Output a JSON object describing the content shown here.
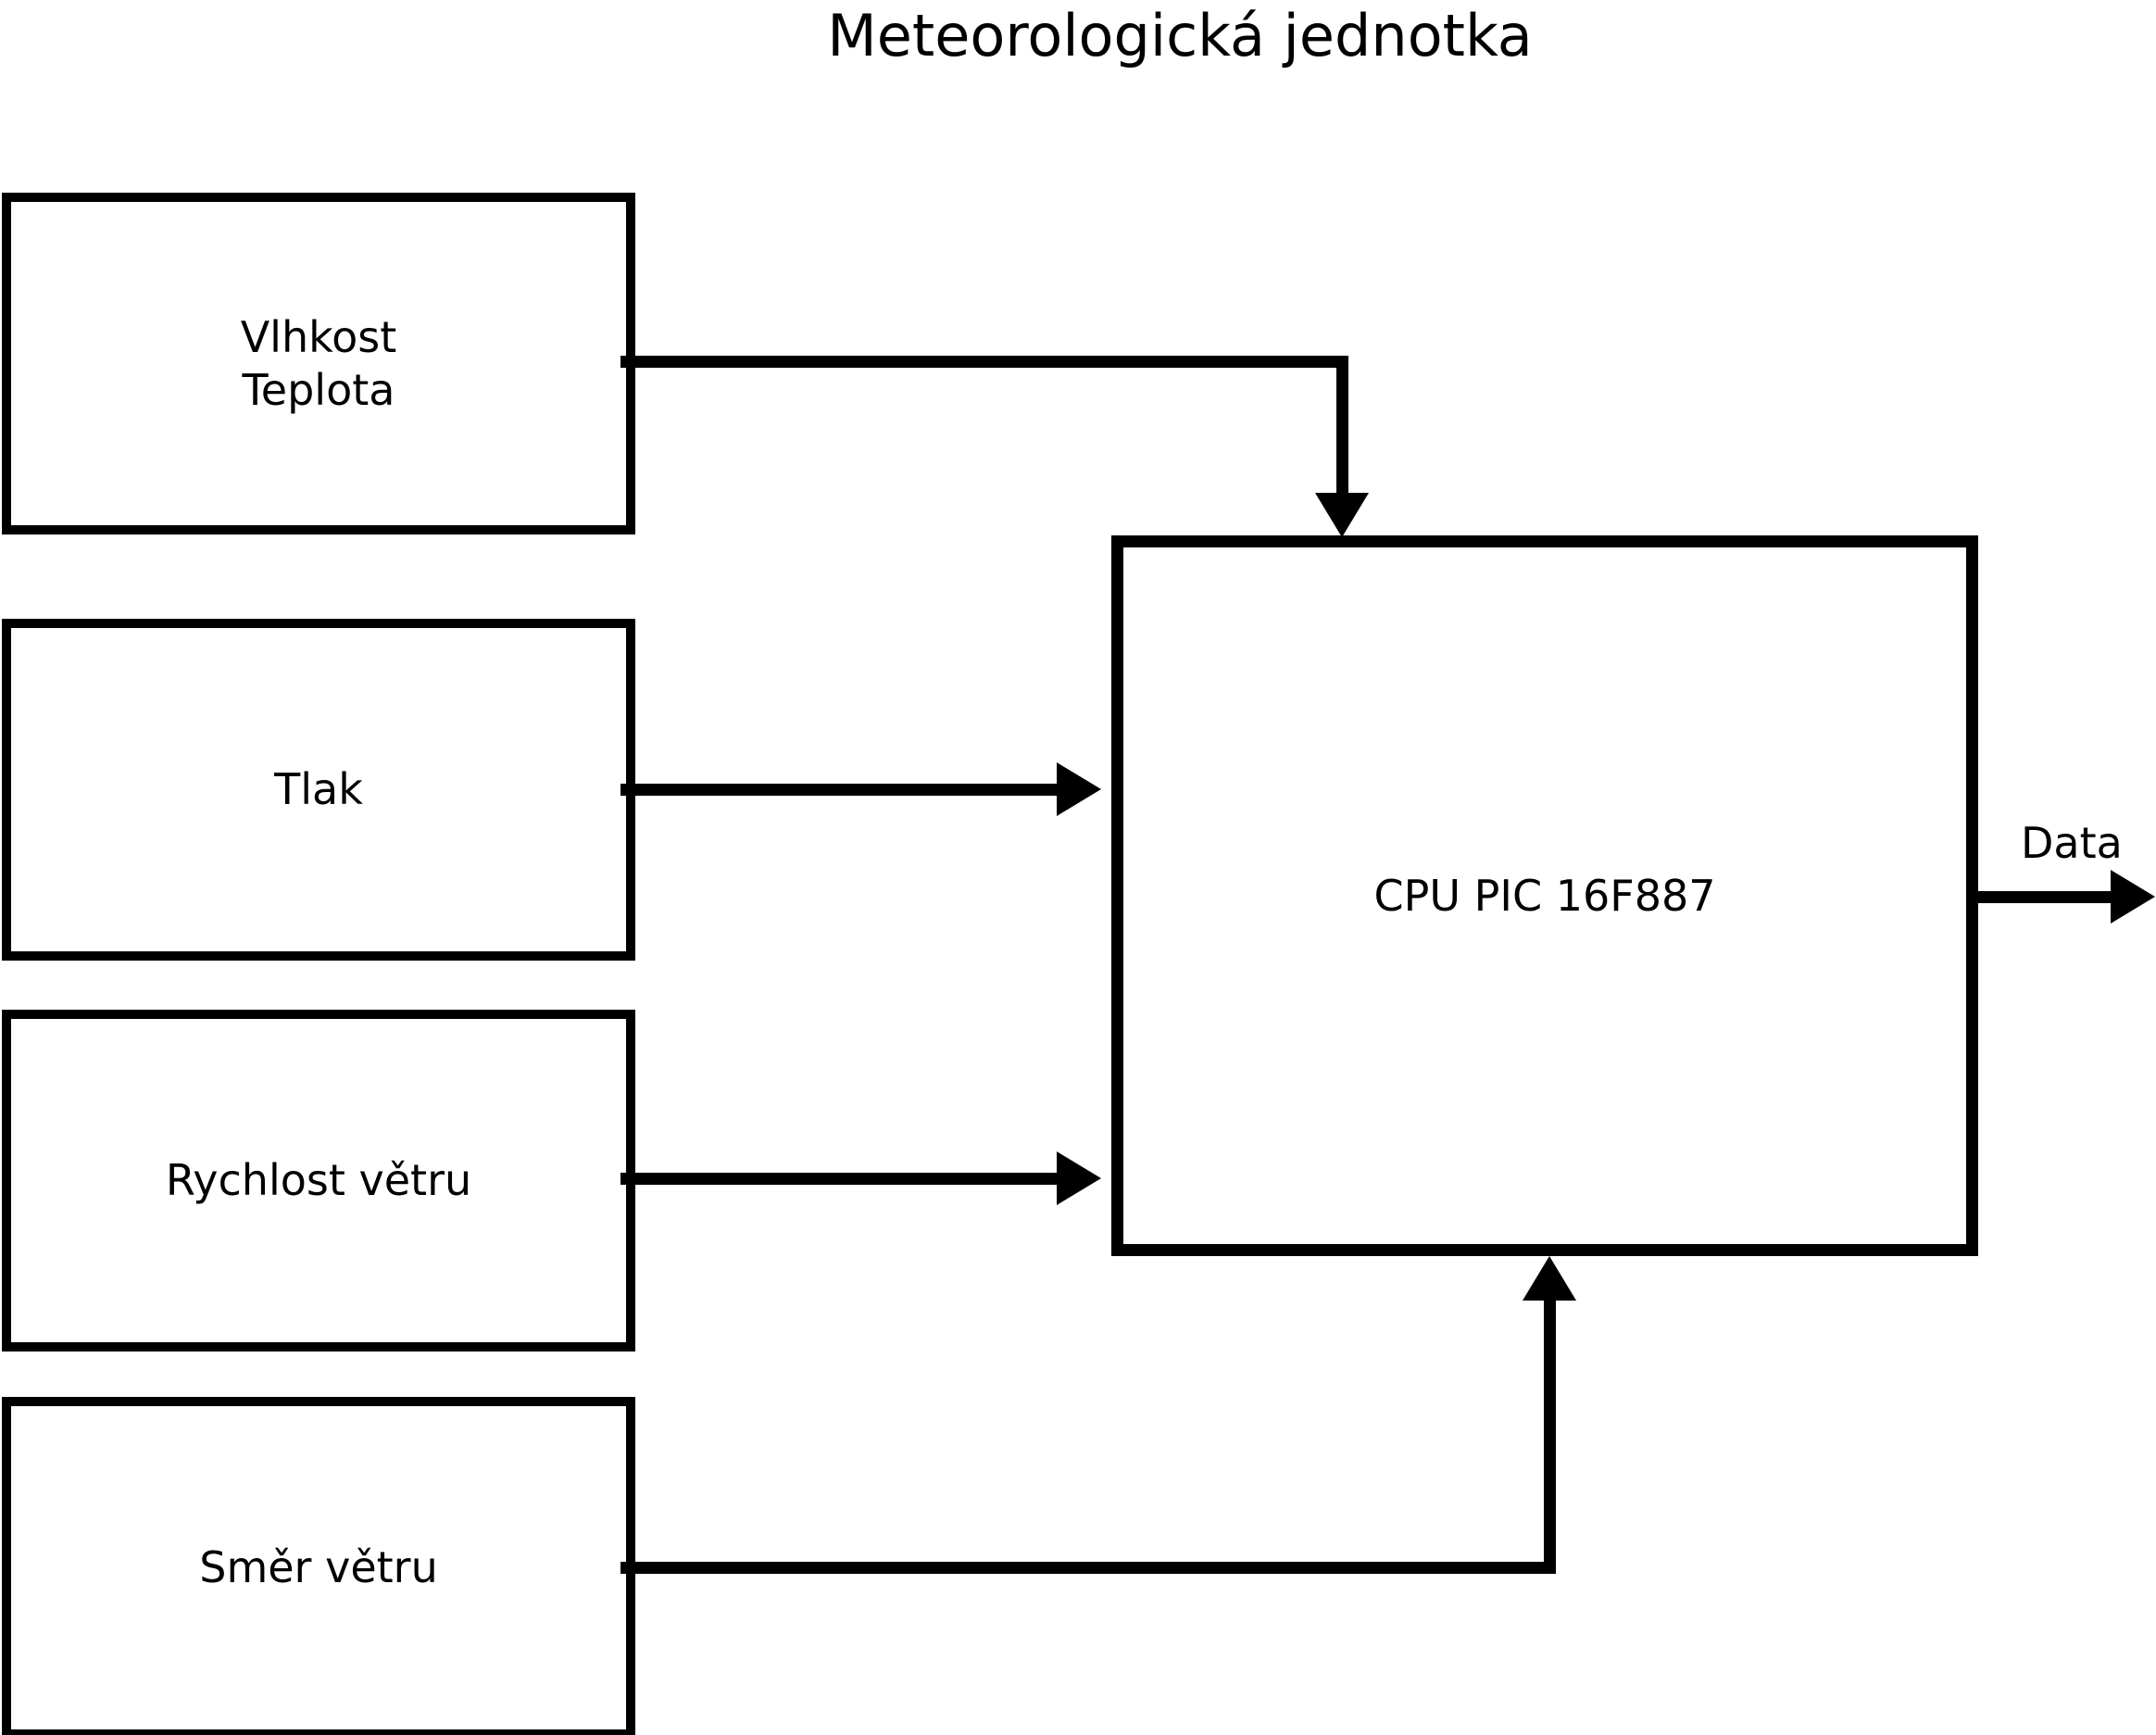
{
  "diagram": {
    "title": "Meteorologická jednotka",
    "type": "block-diagram",
    "background_color": "#ffffff",
    "line_color": "#000000",
    "text_color": "#000000",
    "nodes": [
      {
        "id": "humidity-temperature",
        "label": "Vlhkost\nTeplota",
        "label_lines": [
          "Vlhkost",
          "Teplota"
        ],
        "shape": "rectangle"
      },
      {
        "id": "pressure",
        "label": "Tlak",
        "label_lines": [
          "Tlak"
        ],
        "shape": "rectangle"
      },
      {
        "id": "wind-speed",
        "label": "Rychlost větru",
        "label_lines": [
          "Rychlost větru"
        ],
        "shape": "rectangle"
      },
      {
        "id": "wind-direction",
        "label": "Směr větru",
        "label_lines": [
          "Směr větru"
        ],
        "shape": "rectangle"
      },
      {
        "id": "cpu",
        "label": "CPU PIC 16F887",
        "label_lines": [
          "CPU PIC 16F887"
        ],
        "shape": "rectangle"
      }
    ],
    "edges": [
      {
        "id": "humidity-to-cpu",
        "from": "humidity-temperature",
        "to": "cpu",
        "label": "",
        "arrow": "down"
      },
      {
        "id": "pressure-to-cpu",
        "from": "pressure",
        "to": "cpu",
        "label": "",
        "arrow": "right"
      },
      {
        "id": "windspeed-to-cpu",
        "from": "wind-speed",
        "to": "cpu",
        "label": "",
        "arrow": "right"
      },
      {
        "id": "winddirection-to-cpu",
        "from": "wind-direction",
        "to": "cpu",
        "label": "",
        "arrow": "up"
      },
      {
        "id": "cpu-to-output",
        "from": "cpu",
        "to": "output",
        "label": "Data",
        "arrow": "right"
      }
    ],
    "output_label": "Data"
  }
}
